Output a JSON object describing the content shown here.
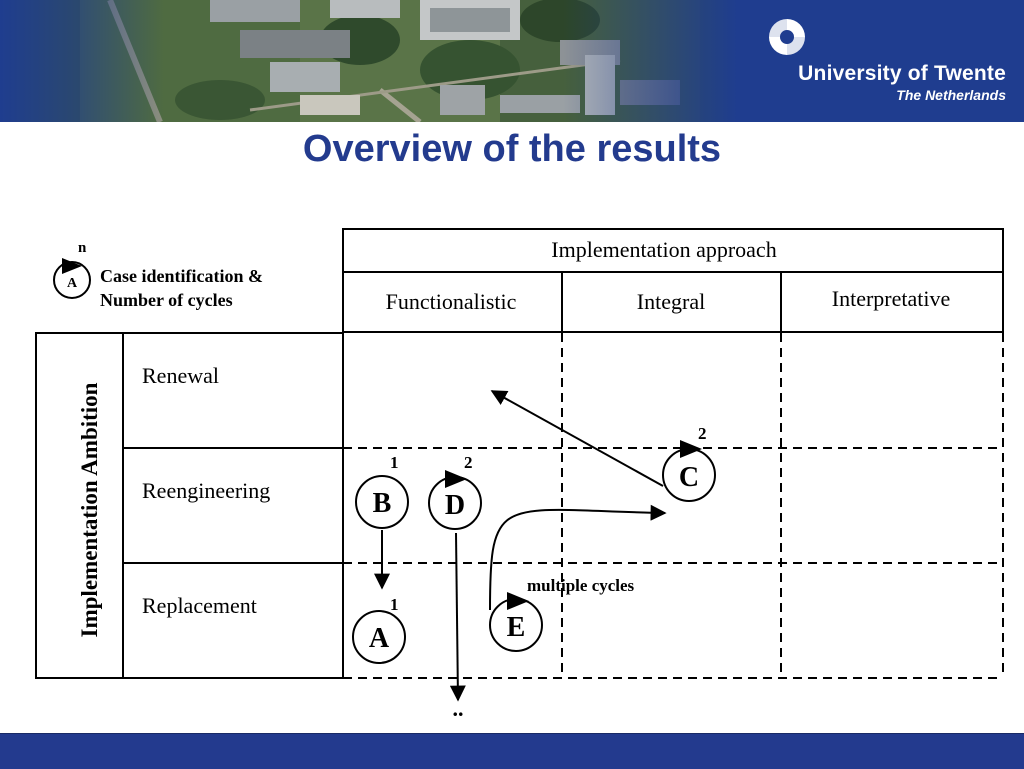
{
  "header": {
    "university_name": "University of Twente",
    "university_country": "The Netherlands",
    "banner_color": "#1f3d8f"
  },
  "title": "Overview of the results",
  "legend": {
    "cycle_symbol": "n",
    "case_symbol": "A",
    "line1": "Case identification &",
    "line2": "Number of cycles"
  },
  "matrix": {
    "column_group_label": "Implementation approach",
    "columns": [
      "Functionalistic",
      "Integral",
      "Interpretative"
    ],
    "row_group_label": "Implementation Ambition",
    "rows": [
      "Renewal",
      "Reengineering",
      "Replacement"
    ]
  },
  "cases": [
    {
      "id": "A",
      "cycles": "1",
      "approach": "Functionalistic",
      "ambition": "Replacement"
    },
    {
      "id": "B",
      "cycles": "1",
      "approach": "Functionalistic",
      "ambition": "Reengineering"
    },
    {
      "id": "C",
      "cycles": "2",
      "approach": "Integral",
      "ambition": "Reengineering"
    },
    {
      "id": "D",
      "cycles": "2",
      "approach": "Functionalistic",
      "ambition": "Reengineering"
    },
    {
      "id": "E",
      "cycles": "multiple cycles",
      "approach": "Functionalistic",
      "ambition": "Replacement"
    }
  ],
  "ellipsis": "..",
  "colors": {
    "title": "#233b8e",
    "footer": "#233a8e",
    "ink": "#000000"
  }
}
